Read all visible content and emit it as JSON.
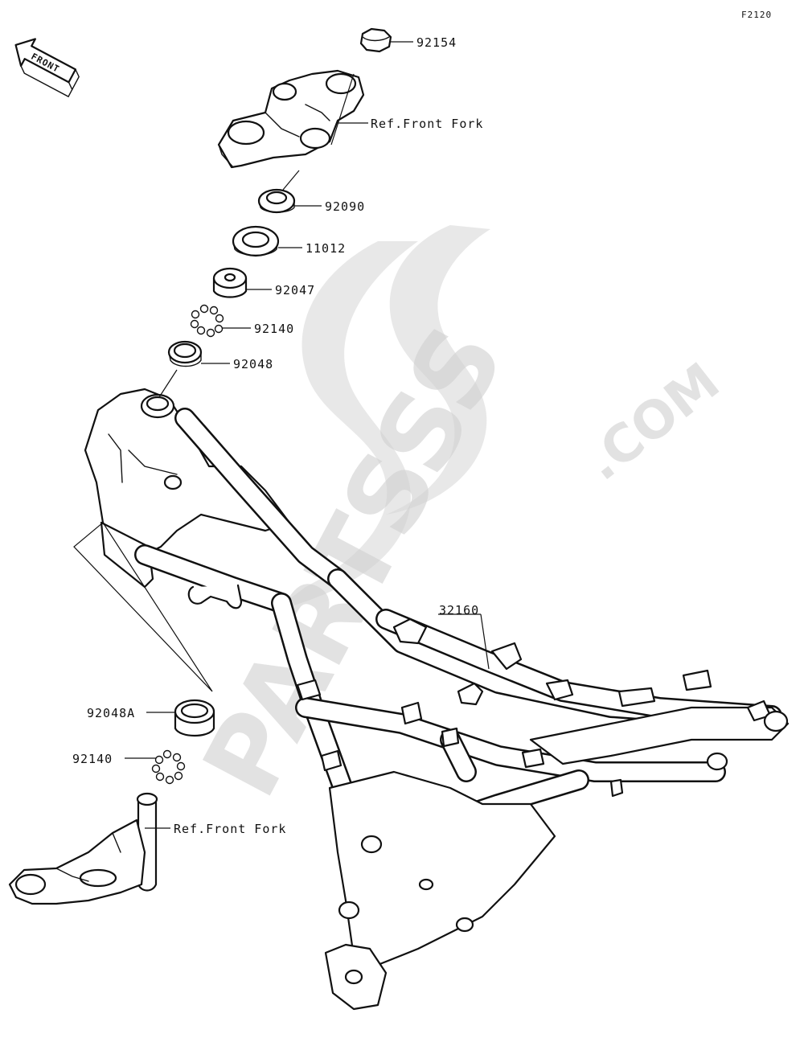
{
  "figure_code": "F2120",
  "front_arrow_label": "FRONT",
  "watermark": {
    "brand": "PARTSSS",
    "suffix": ".COM"
  },
  "callouts": [
    {
      "id": "c1",
      "text": "92154"
    },
    {
      "id": "c2",
      "text": "Ref.Front Fork"
    },
    {
      "id": "c3",
      "text": "92090"
    },
    {
      "id": "c4",
      "text": "11012"
    },
    {
      "id": "c5",
      "text": "92047"
    },
    {
      "id": "c6",
      "text": "92140"
    },
    {
      "id": "c7",
      "text": "92048"
    },
    {
      "id": "c8",
      "text": "32160"
    },
    {
      "id": "c9",
      "text": "92048A"
    },
    {
      "id": "c10",
      "text": "92140"
    },
    {
      "id": "c11",
      "text": "Ref.Front Fork"
    }
  ]
}
